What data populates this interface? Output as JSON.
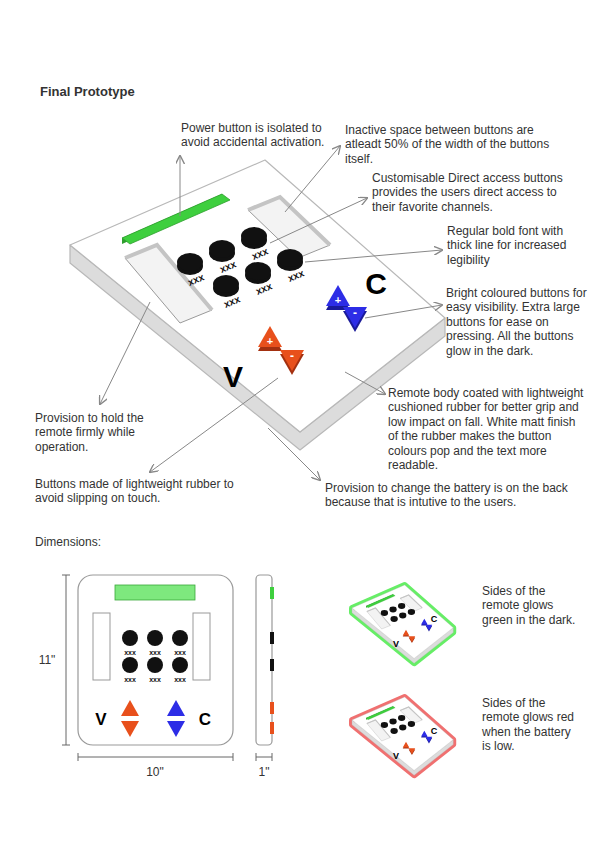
{
  "diagram": {
    "title": "Final Prototype",
    "labels": [
      "Power button is isolated to avoid accidental activation.",
      "Inactive space between buttons are atleadt 50% of the width of the buttons itself.",
      "Customisable Direct access buttons provides the users direct access to their favorite channels.",
      "Regular bold font with thick line for increased legibility",
      "Bright coloured buttons for easy visibility. Extra large buttons for ease on pressing. All the buttons glow in the dark.",
      "Remote body coated with lightweight cushioned rubber for better grip and low impact on fall. White matt finish of the rubber makes the button colours pop and the text more readable.",
      "Provision to hold the remote firmly while operation.",
      "Buttons made of lightweight rubber to avoid slipping on touch.",
      "Provision to change the battery is on the back because that is intutive to the users.",
      "xxx",
      "xxx",
      "xxx",
      "xxx",
      "xxx",
      "xxx",
      "+",
      "-",
      "C",
      "+",
      "-",
      "V",
      "Dimensions:",
      "xxx",
      "xxx",
      "xxx",
      "xxx",
      "xxx",
      "xxx",
      "V",
      "C",
      "11\"",
      "10\"",
      "1\"",
      "V",
      "C",
      "Sides of the remote glows green in the dark.",
      "V",
      "C",
      "Sides of the remote glows red when the battery is low."
    ]
  }
}
